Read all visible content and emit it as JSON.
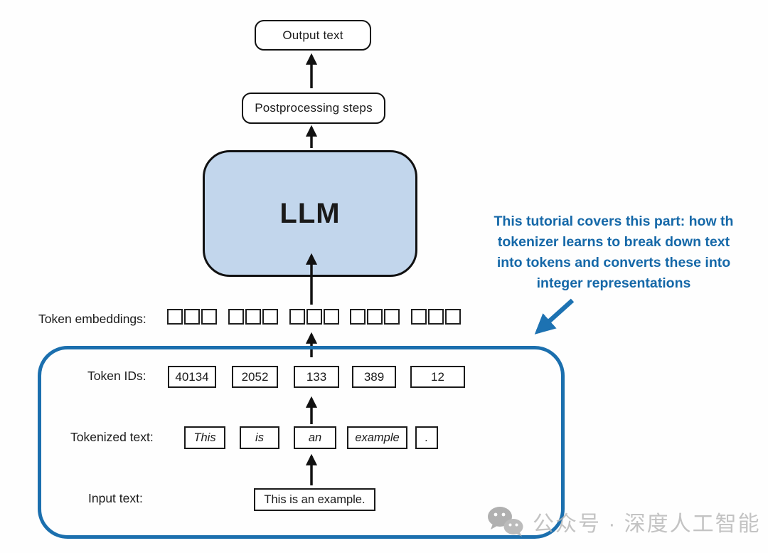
{
  "diagram": {
    "output_box": {
      "label": "Output text"
    },
    "postprocessing_box": {
      "label": "Postprocessing steps"
    },
    "llm_box": {
      "label": "LLM"
    },
    "embeddings": {
      "label": "Token embeddings:",
      "groups": 5,
      "cells_per_group": 3
    }
  },
  "panel": {
    "token_ids": {
      "label": "Token IDs:",
      "values": [
        "40134",
        "2052",
        "133",
        "389",
        "12"
      ]
    },
    "tokenized": {
      "label": "Tokenized text:",
      "tokens": [
        "This",
        "is",
        "an",
        "example",
        "."
      ]
    },
    "input": {
      "label": "Input text:",
      "value": "This is an example."
    }
  },
  "annotation": {
    "lines": [
      "This tutorial covers this part: how th",
      "tokenizer learns to break down text",
      "into tokens and converts these into",
      "integer representations"
    ]
  },
  "watermark": {
    "icon": "wechat-icon",
    "text": "公众号 · 深度人工智能"
  },
  "colors": {
    "llm_fill": "#c2d6ec",
    "panel_border": "#1b6fae",
    "annotation_blue": "#1568a8",
    "arrow_blue": "#1d72b2",
    "box_border": "#1a1a1a",
    "watermark_gray": "#b5b5b5"
  }
}
